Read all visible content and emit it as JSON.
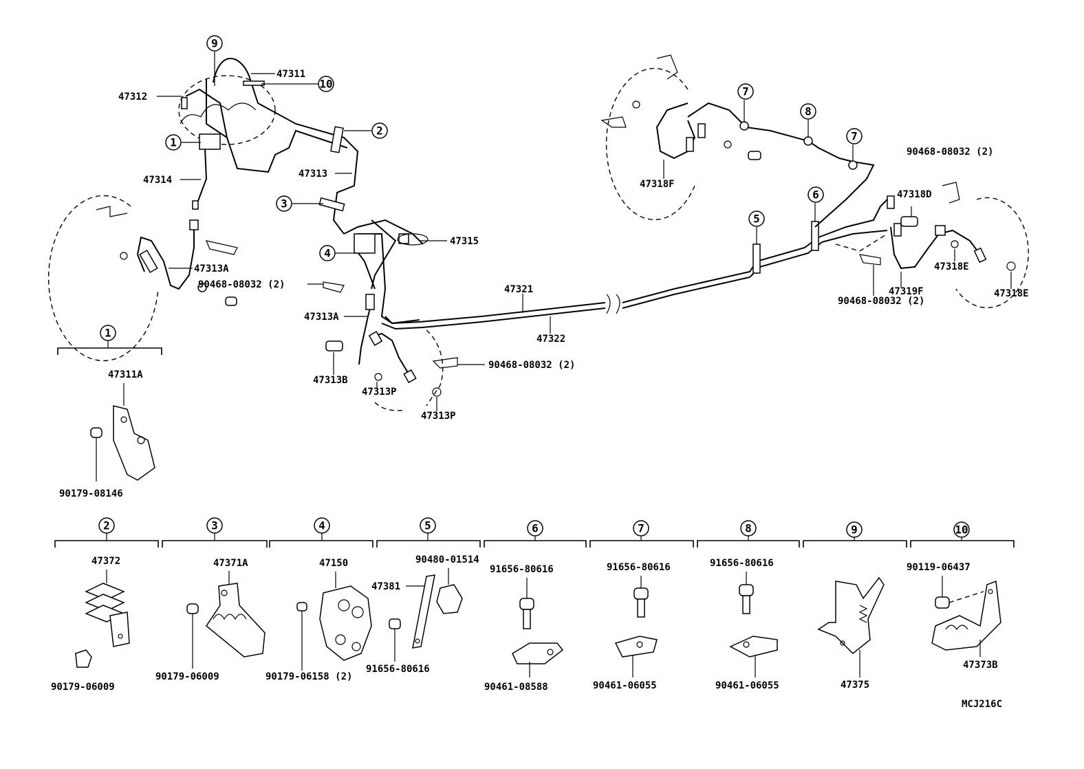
{
  "diagram": {
    "callouts": [
      "1",
      "2",
      "3",
      "4",
      "5",
      "6",
      "7",
      "8",
      "9",
      "10"
    ],
    "labels": {
      "p47311": "47311",
      "p47312": "47312",
      "p47313": "47313",
      "p47314": "47314",
      "p47313A_left": "47313A",
      "p47313A_mid": "47313A",
      "p47315": "47315",
      "p90468_a": "90468-08032 (2)",
      "p90468_b": "90468-08032 (2)",
      "p90468_c": "90468-08032 (2)",
      "p90468_d": "90468-08032 (2)",
      "p47313B": "47313B",
      "p47313P_a": "47313P",
      "p47313P_b": "47313P",
      "p47321": "47321",
      "p47322": "47322",
      "p47318F": "47318F",
      "p47318D": "47318D",
      "p47318E_a": "47318E",
      "p47318E_b": "47318E",
      "p47319F": "47319F"
    },
    "detail_groups": [
      {
        "num": "1",
        "parts": [
          "47311A",
          "90179-08146"
        ]
      },
      {
        "num": "2",
        "parts": [
          "47372",
          "90179-06009"
        ]
      },
      {
        "num": "3",
        "parts": [
          "47371A",
          "90179-06009"
        ]
      },
      {
        "num": "4",
        "parts": [
          "47150",
          "90179-06158 (2)"
        ]
      },
      {
        "num": "5",
        "parts": [
          "90480-01514",
          "47381",
          "91656-80616"
        ]
      },
      {
        "num": "6",
        "parts": [
          "91656-80616",
          "90461-08588"
        ]
      },
      {
        "num": "7",
        "parts": [
          "91656-80616",
          "90461-06055"
        ]
      },
      {
        "num": "8",
        "parts": [
          "91656-80616",
          "90461-06055"
        ]
      },
      {
        "num": "9",
        "parts": [
          "47375"
        ]
      },
      {
        "num": "10",
        "parts": [
          "90119-06437",
          "47373B"
        ]
      }
    ],
    "code": "MCJ216C"
  }
}
